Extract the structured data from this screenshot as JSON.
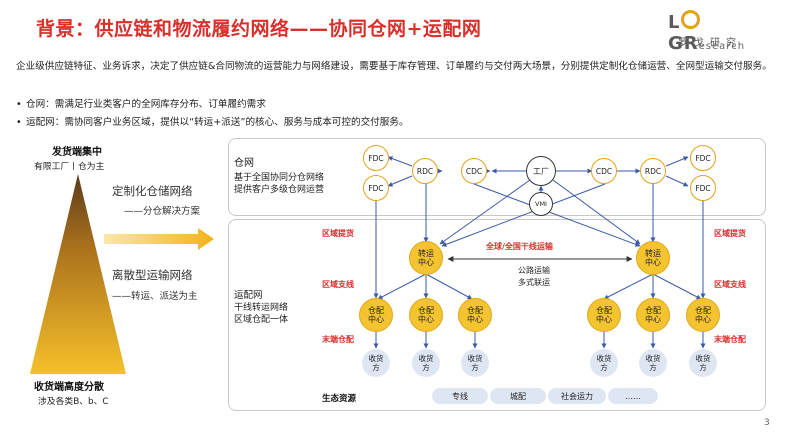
{
  "header": {
    "title": "背景：供应链和物流履约网络——协同仓网+运配网",
    "logo_main_l": "L",
    "logo_main_g": "G",
    "logo_main_r": "R",
    "logo_sub": "esearch",
    "logo_cn": "罗戈研究"
  },
  "intro": "企业级供应链特征、业务诉求，决定了供应链&合同物流的运营能力与网络建设，需要基于库存管理、订单履约与交付两大场景，分别提供定制化仓储运营、全网型运输交付服务。",
  "bullets": [
    "仓网：需满足行业类客户的全网库存分布、订单履约需求",
    "运配网：需协同客户业务区域，提供以“转运+派送”的核心、服务与成本可控的交付服务。"
  ],
  "pyramid": {
    "top_label": "发货端集中",
    "top_sub": "有限工厂丨仓为主",
    "bottom_label": "收货端高度分散",
    "bottom_sub": "涉及各类B、b、C"
  },
  "middle": {
    "warehouse_title": "定制化仓储网络",
    "warehouse_sub": "——分仓解决方案",
    "transport_title": "离散型运输网络",
    "transport_sub": "——转运、派送为主"
  },
  "warehouse_panel": {
    "name": "仓网",
    "line1": "基于全国协同分仓网络",
    "line2": "提供客户多级仓网运营"
  },
  "transport_panel": {
    "name": "运配网",
    "line1": "干线转运网络",
    "line2": "区域仓配一体"
  },
  "nodes": {
    "fdc": "FDC",
    "rdc": "RDC",
    "cdc": "CDC",
    "plant": "工厂",
    "vmi": "VMI",
    "hub_top": "转运",
    "hub_bot": "中心",
    "wh_top": "仓配",
    "wh_bot": "中心",
    "recv_top": "收货",
    "recv_bot": "方"
  },
  "labels": {
    "region_pick": "区域提货",
    "region_trunk": "区域支线",
    "last_mile": "末端仓配",
    "national": "全球/全国干线运输",
    "road": "公路运输",
    "multimodal": "多式联运",
    "eco": "生态资源"
  },
  "eco_pills": [
    "专线",
    "城配",
    "社会运力",
    "……"
  ],
  "page_number": "3",
  "colors": {
    "title_red": "#d9302c",
    "node_yellow": "#f4c430",
    "node_border": "#e2a21c",
    "recv_blue": "#dfe6f3",
    "line_blue": "#3a5aa8"
  }
}
